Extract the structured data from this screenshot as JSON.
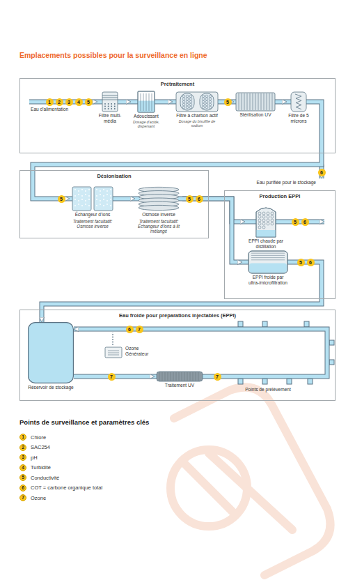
{
  "diagram": {
    "title": "Emplacements possibles pour la surveillance en ligne",
    "nodes": [
      {
        "text": [
          "Prétraitement"
        ]
      },
      {
        "text": [
          "Filtre multi-média"
        ],
        "in": 0
      },
      {
        "text": [
          "Adoucissant",
          "Dosage d'acide, dispersant"
        ],
        "in": 0
      },
      {
        "text": [
          "Filtre à charbon actif",
          "Dosage du bisulfite de sodium"
        ],
        "in": 0
      },
      {
        "text": [
          "Stérilisation UV"
        ],
        "in": 0
      },
      {
        "text": [
          "Filtre de 5 microns"
        ],
        "in": 0
      },
      {
        "text": [
          "Désionisation"
        ]
      },
      {
        "text": [
          "Échangeur d'ions",
          "Traitement facultatif: Osmose inverse"
        ],
        "in": 6
      },
      {
        "text": [
          "Osmose inverse",
          "Traitement facultatif: Échangeur d'ions à lit mélangé"
        ],
        "in": 6
      },
      {
        "text": [
          "Production EPPI"
        ]
      },
      {
        "text": [
          "EPPI chaude par distillation"
        ],
        "in": 9
      },
      {
        "text": [
          "EPPI froide par ultra-/microfiltration"
        ],
        "in": 9
      },
      {
        "text": [
          "Eau froide pour préparations injectables (EPPI)"
        ]
      },
      {
        "text": [
          "Réservoir de stockage"
        ],
        "in": 12
      },
      {
        "text": [
          "Ozone Générateur"
        ],
        "in": 12
      },
      {
        "text": [
          "Traitement UV"
        ],
        "in": 12
      }
    ],
    "edges": [
      {
        "from": 1,
        "to": 2,
        "arrow": "to"
      },
      {
        "from": 2,
        "to": 3,
        "arrow": "to"
      },
      {
        "from": 3,
        "to": 4,
        "arrow": "to"
      },
      {
        "from": 4,
        "to": 5,
        "arrow": "to"
      },
      {
        "from": 5,
        "to": 7,
        "arrow": "to"
      },
      {
        "from": 7,
        "to": 8,
        "arrow": "to"
      },
      {
        "from": 8,
        "to": 10,
        "arrow": "to"
      },
      {
        "from": 8,
        "to": 11,
        "arrow": "to"
      },
      {
        "from": 11,
        "to": 13,
        "arrow": "to"
      },
      {
        "from": 13,
        "to": 15,
        "arrow": "to"
      },
      {
        "from": 15,
        "to": 13,
        "arrow": "to"
      }
    ],
    "labels": [
      "Eau d'alimentation",
      "1",
      "2",
      "3",
      "4",
      "5",
      "5",
      "6",
      "Eau purifiée pour le stockage",
      "5",
      "5",
      "6",
      "5",
      "6",
      "5",
      "6",
      "6",
      "7",
      "7",
      "7",
      "Points de prélèvement",
      "Points de surveillance et paramètres clés",
      "1",
      "2",
      "3",
      "4",
      "5",
      "6",
      "7"
    ],
    "legend": [
      {
        "text": "Chlore",
        "color": "#f9c51b"
      },
      {
        "text": "SAC254",
        "color": "#f9c51b"
      },
      {
        "text": "pH",
        "color": "#f9c51b"
      },
      {
        "text": "Turbidité",
        "color": "#f9c51b"
      },
      {
        "text": "Conductivité",
        "color": "#f9c51b"
      },
      {
        "text": "COT = carbone organique total",
        "color": "#f9c51b"
      },
      {
        "text": "Ozone",
        "color": "#f9c51b"
      }
    ]
  }
}
